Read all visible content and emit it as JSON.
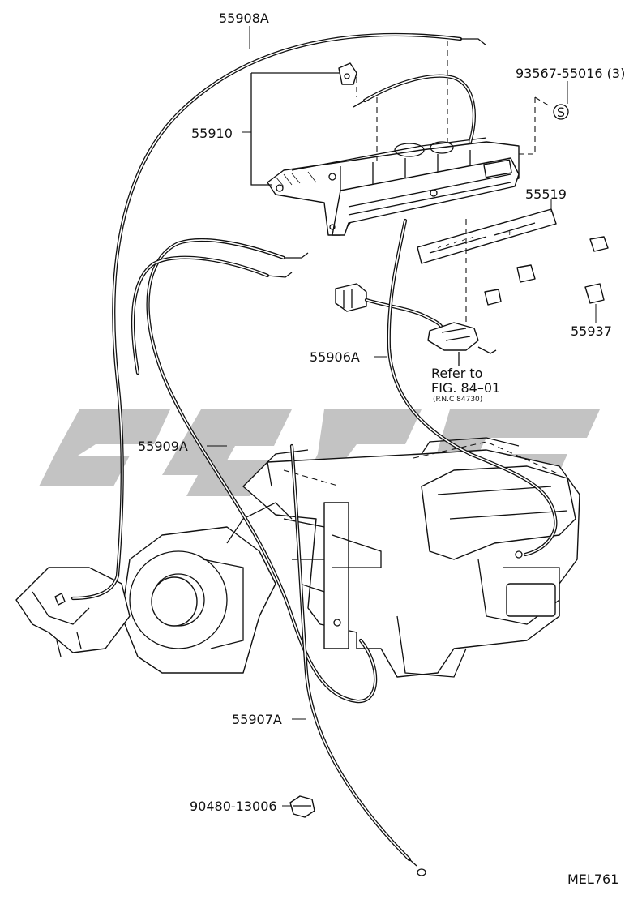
{
  "figure_code": "MEL761",
  "watermark_color": "#bdbdbd",
  "callouts": [
    {
      "id": "55908A",
      "text": "55908A"
    },
    {
      "id": "93567-55016",
      "text": "93567-55016 (3)"
    },
    {
      "id": "55910",
      "text": "55910"
    },
    {
      "id": "55519",
      "text": "55519"
    },
    {
      "id": "55937",
      "text": "55937"
    },
    {
      "id": "55906A",
      "text": "55906A"
    },
    {
      "id": "55909A",
      "text": "55909A"
    },
    {
      "id": "55907A",
      "text": "55907A"
    },
    {
      "id": "90480-13006",
      "text": "90480-13006"
    }
  ],
  "reference": {
    "line1": "Refer to",
    "line2": "FIG. 84–01",
    "line3": "(P.N.C 84730)"
  },
  "screw_marker": "S"
}
